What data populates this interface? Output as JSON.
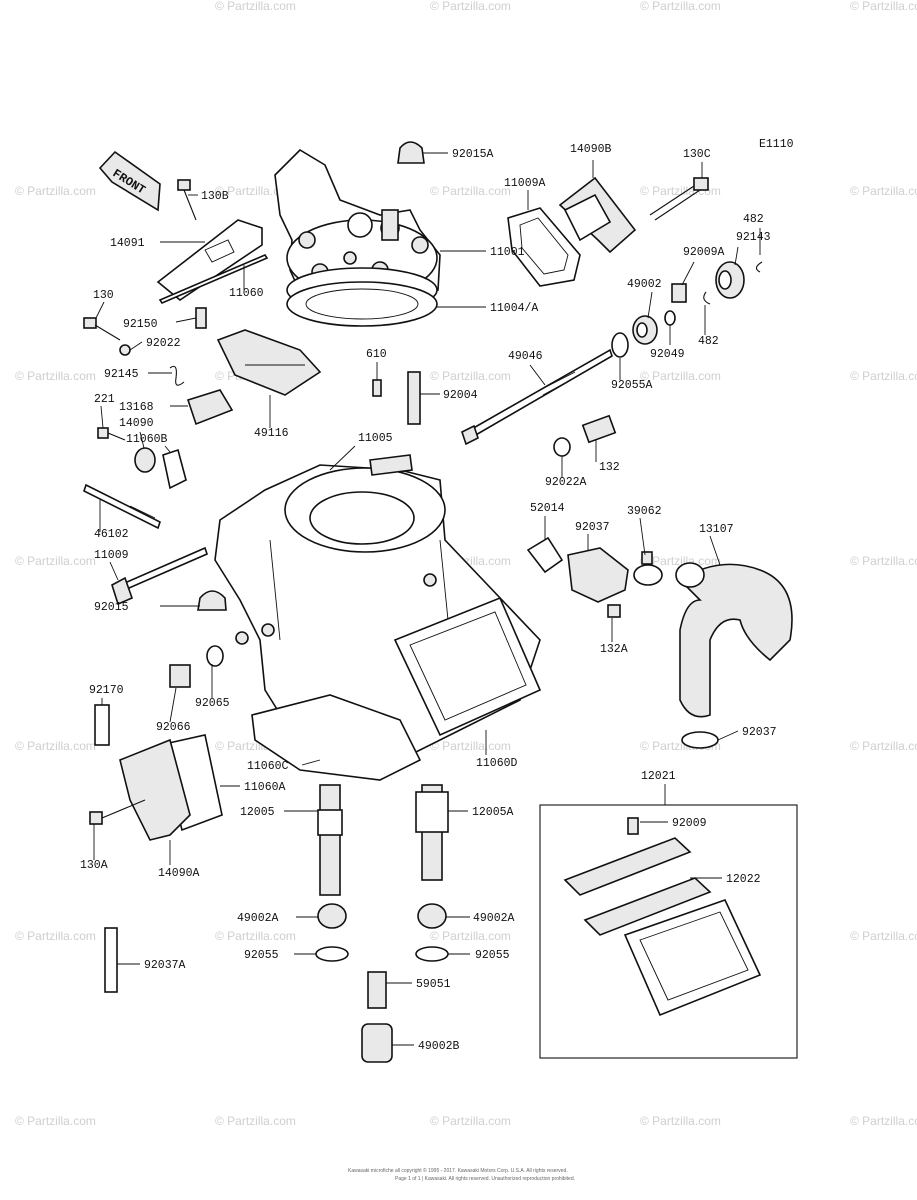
{
  "diagram_code": "E1110",
  "front_label": "FRONT",
  "watermark": "© Partzilla.com",
  "footer_line1": "Kawasaki microfiche all copyright © 1995 - 2017. Kawasaki Motors Corp. U.S.A. All rights reserved.",
  "footer_line2": "Page 1 of 1 | Kawasaki. All rights reserved. Unauthorized reproduction prohibited.",
  "labels": [
    "92015A",
    "14090B",
    "130C",
    "130B",
    "11009A",
    "11001",
    "14091",
    "11060",
    "11004/A",
    "92009A",
    "92143",
    "482",
    "49002",
    "130",
    "92150",
    "92022",
    "92049",
    "482",
    "49046",
    "92055A",
    "610",
    "92145",
    "92004",
    "221",
    "13168",
    "49116",
    "14090",
    "11005",
    "11060B",
    "132",
    "92022A",
    "46102",
    "11009",
    "52014",
    "92037",
    "39062",
    "13107",
    "92015",
    "132A",
    "92065",
    "92066",
    "92170",
    "92037",
    "11060C",
    "11060D",
    "12021",
    "11060A",
    "12005",
    "12005A",
    "92009",
    "130A",
    "14090A",
    "12022",
    "49002A",
    "49002A",
    "92055",
    "92055",
    "59051",
    "92037A",
    "49002B"
  ]
}
